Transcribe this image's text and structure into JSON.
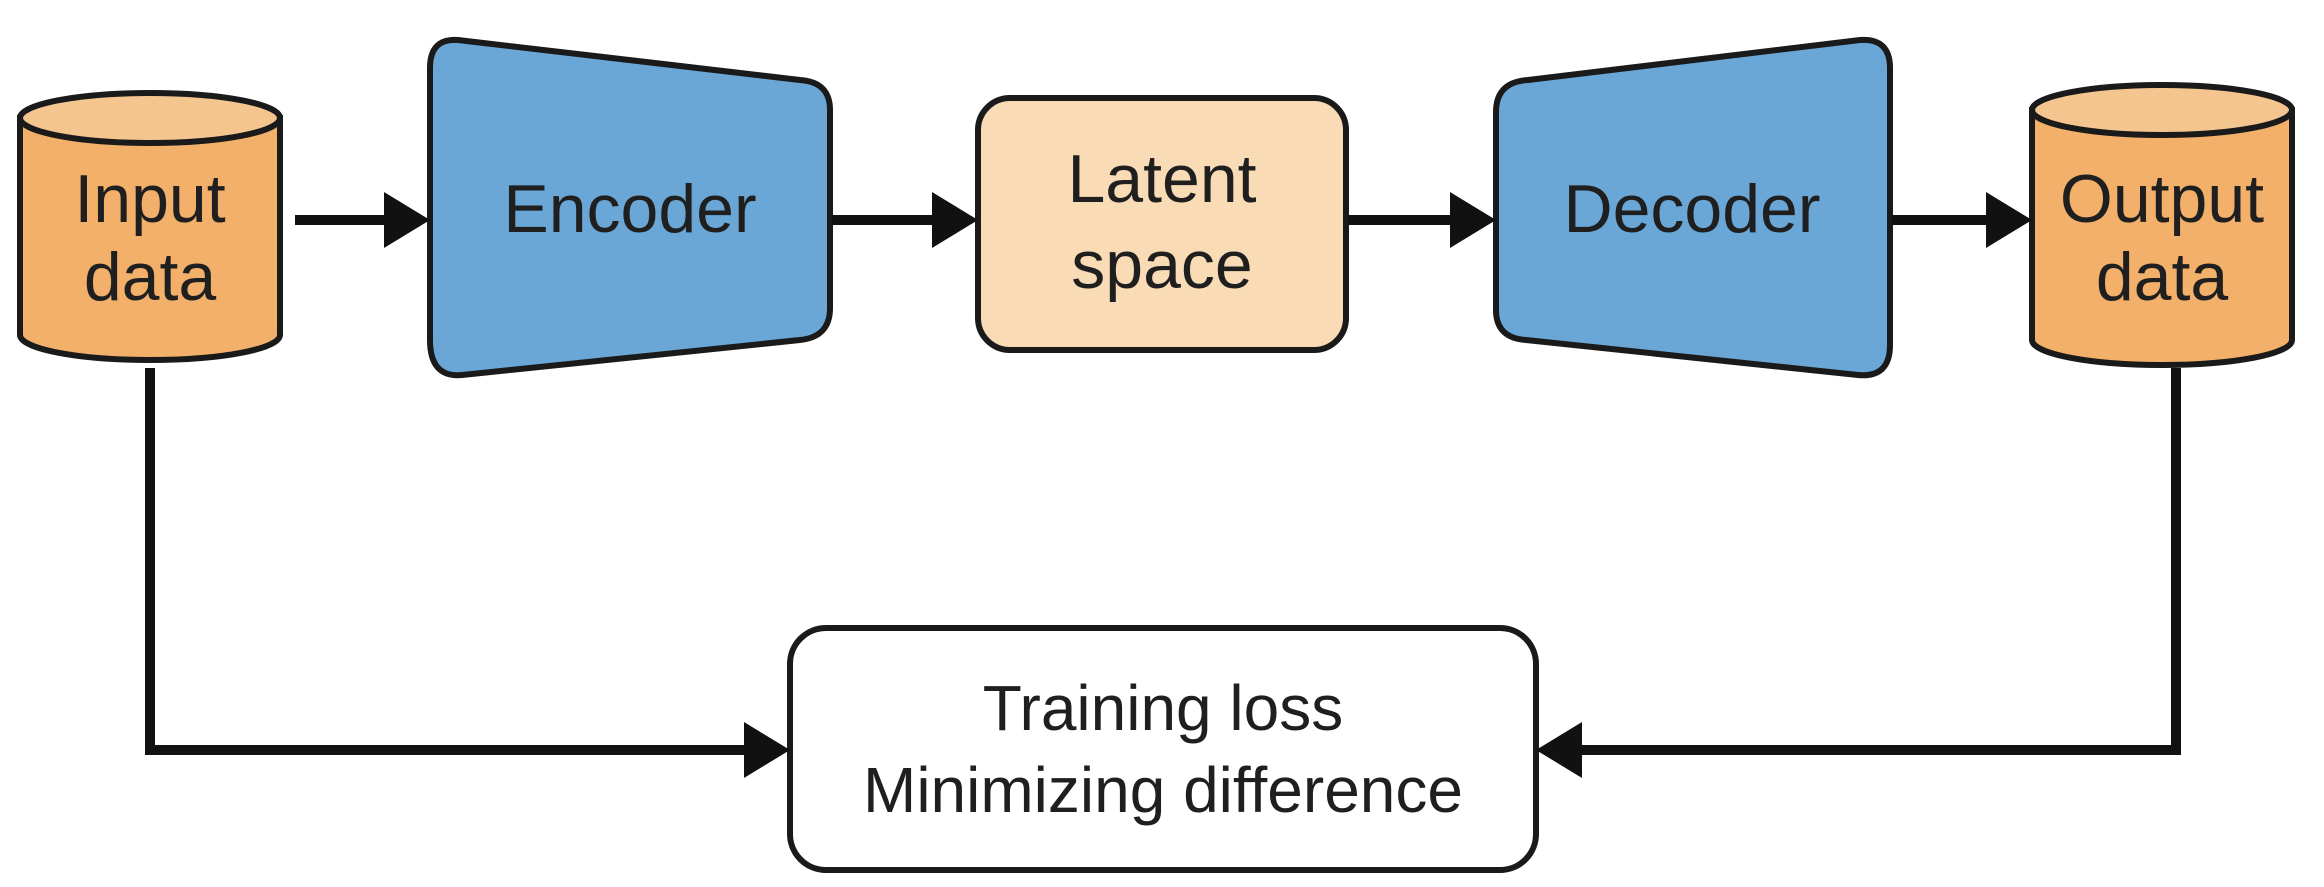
{
  "nodes": {
    "input": {
      "line1": "Input",
      "line2": "data"
    },
    "encoder": {
      "label": "Encoder"
    },
    "latent": {
      "line1": "Latent",
      "line2": "space"
    },
    "decoder": {
      "label": "Decoder"
    },
    "output": {
      "line1": "Output",
      "line2": "data"
    },
    "loss": {
      "line1": "Training loss",
      "line2": "Minimizing difference"
    }
  },
  "colors": {
    "data_fill": "#f2b06a",
    "data_top": "#f5c590",
    "network_fill": "#6aa7d6",
    "latent_fill": "#f9dcb6",
    "loss_fill": "#ffffff",
    "stroke": "#1a1a1a",
    "arrow": "#111111"
  }
}
